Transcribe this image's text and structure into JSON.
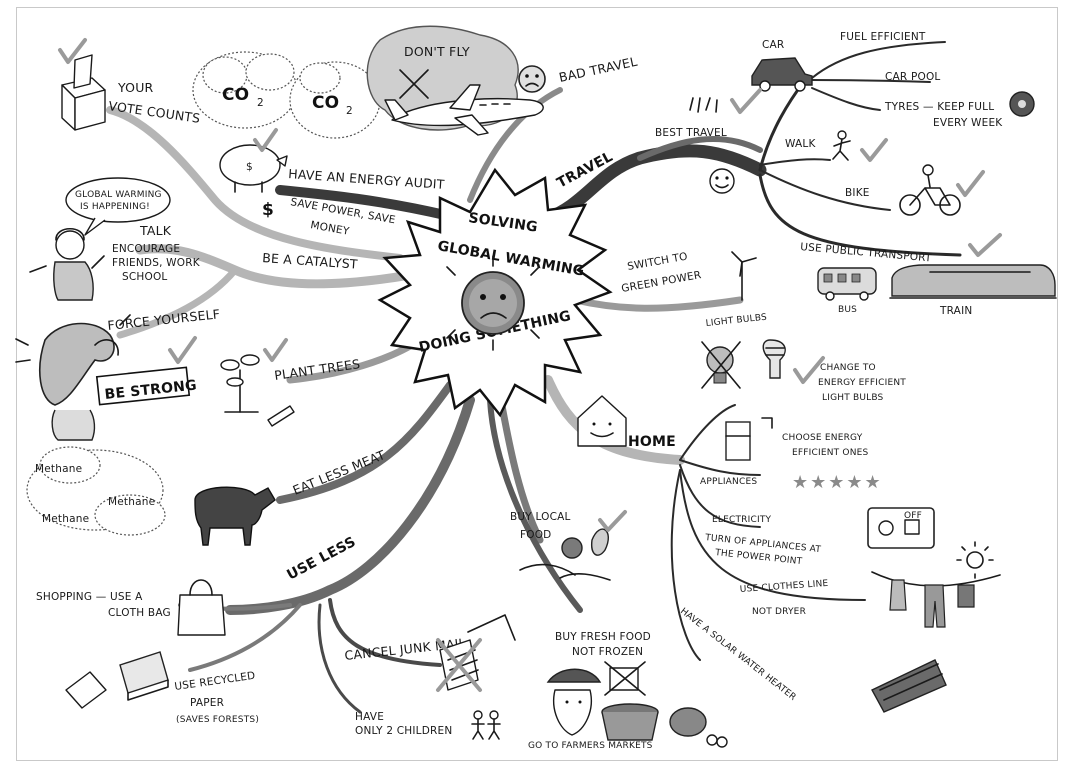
{
  "center": {
    "title_line1": "SOLVING",
    "title_line2": "GLOBAL WARMING",
    "title_line3": "DOING SOMETHING"
  },
  "top_left": {
    "co2_a": "CO",
    "co2_sub_a": "2",
    "co2_b": "CO",
    "co2_sub_b": "2",
    "dont_fly": "DON'T FLY",
    "bad_travel": "BAD TRAVEL",
    "your_vote_line1": "YOUR",
    "your_vote_line2": "VOTE COUNTS",
    "energy_audit": "HAVE AN ENERGY AUDIT",
    "save_power_line1": "SAVE POWER, SAVE",
    "save_power_line2": "MONEY",
    "dollar": "$"
  },
  "left": {
    "bubble_line1": "GLOBAL WARMING",
    "bubble_line2": "IS HAPPENING!",
    "talk": "TALK",
    "encourage_line1": "ENCOURAGE",
    "encourage_line2": "FRIENDS, WORK",
    "encourage_line3": "SCHOOL",
    "be_catalyst": "BE A CATALYST",
    "force_yourself": "FORCE YOURSELF",
    "be_strong": "BE STRONG",
    "plant_trees": "PLANT TREES",
    "methane_1": "Methane",
    "methane_2": "Methane",
    "methane_3": "Methane",
    "eat_less_meat": "EAT LESS MEAT",
    "use_less": "USE LESS",
    "shopping": "SHOPPING — USE A",
    "cloth_bag": "CLOTH BAG",
    "use_recycled_line1": "USE RECYCLED",
    "use_recycled_line2": "PAPER",
    "saves_forests": "(SAVES FORESTS)",
    "cancel_junk_mail": "CANCEL JUNK MAIL",
    "have": "HAVE",
    "only_2_children": "ONLY 2 CHILDREN"
  },
  "bottom_mid": {
    "buy_local_line1": "BUY LOCAL",
    "buy_local_line2": "FOOD",
    "buy_fresh_line1": "BUY FRESH FOOD",
    "buy_fresh_line2": "NOT FROZEN",
    "farmers_markets": "GO TO FARMERS MARKETS"
  },
  "right": {
    "travel": "TRAVEL",
    "car": "CAR",
    "fuel_efficient": "FUEL EFFICIENT",
    "car_pool": "CAR POOL",
    "tyres_line1": "TYRES — KEEP FULL",
    "tyres_line2": "EVERY WEEK",
    "best_travel": "BEST TRAVEL",
    "walk": "WALK",
    "bike": "BIKE",
    "use_public_transport": "USE PUBLIC TRANSPORT",
    "bus": "BUS",
    "train": "TRAIN",
    "switch_line1": "SWITCH TO",
    "switch_line2": "GREEN POWER",
    "light_bulbs": "LIGHT BULBS",
    "change_line1": "CHANGE TO",
    "change_line2": "ENERGY EFFICIENT",
    "change_line3": "LIGHT BULBS",
    "home": "HOME",
    "choose_line1": "CHOOSE ENERGY",
    "choose_line2": "EFFICIENT ONES",
    "appliances": "APPLIANCES",
    "stars": "★★★★★",
    "electricity": "ELECTRICITY",
    "turn_off_line1": "TURN OF APPLIANCES AT",
    "turn_off_line2": "THE POWER POINT",
    "off": "OFF",
    "clothes_line1": "USE CLOTHES LINE",
    "clothes_line2": "NOT DRYER",
    "solar": "HAVE A SOLAR WATER HEATER"
  },
  "colors": {
    "ink": "#1a1a1a",
    "branch": "#7a7a7a",
    "branch_light": "#b5b5b5",
    "tick": "#9a9a9a"
  }
}
